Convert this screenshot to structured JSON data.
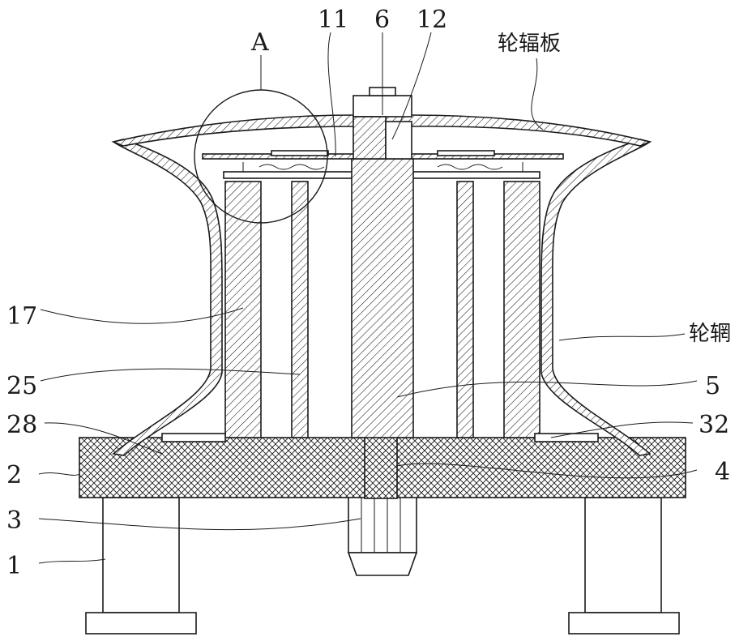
{
  "labels": {
    "A": "A",
    "n11": "11",
    "n6": "6",
    "n12": "12",
    "spoke_plate": "轮辐板",
    "n17": "17",
    "rim": "轮辋",
    "n25": "25",
    "n5": "5",
    "n28": "28",
    "n32": "32",
    "n2": "2",
    "n4": "4",
    "n3": "3",
    "n1": "1"
  }
}
